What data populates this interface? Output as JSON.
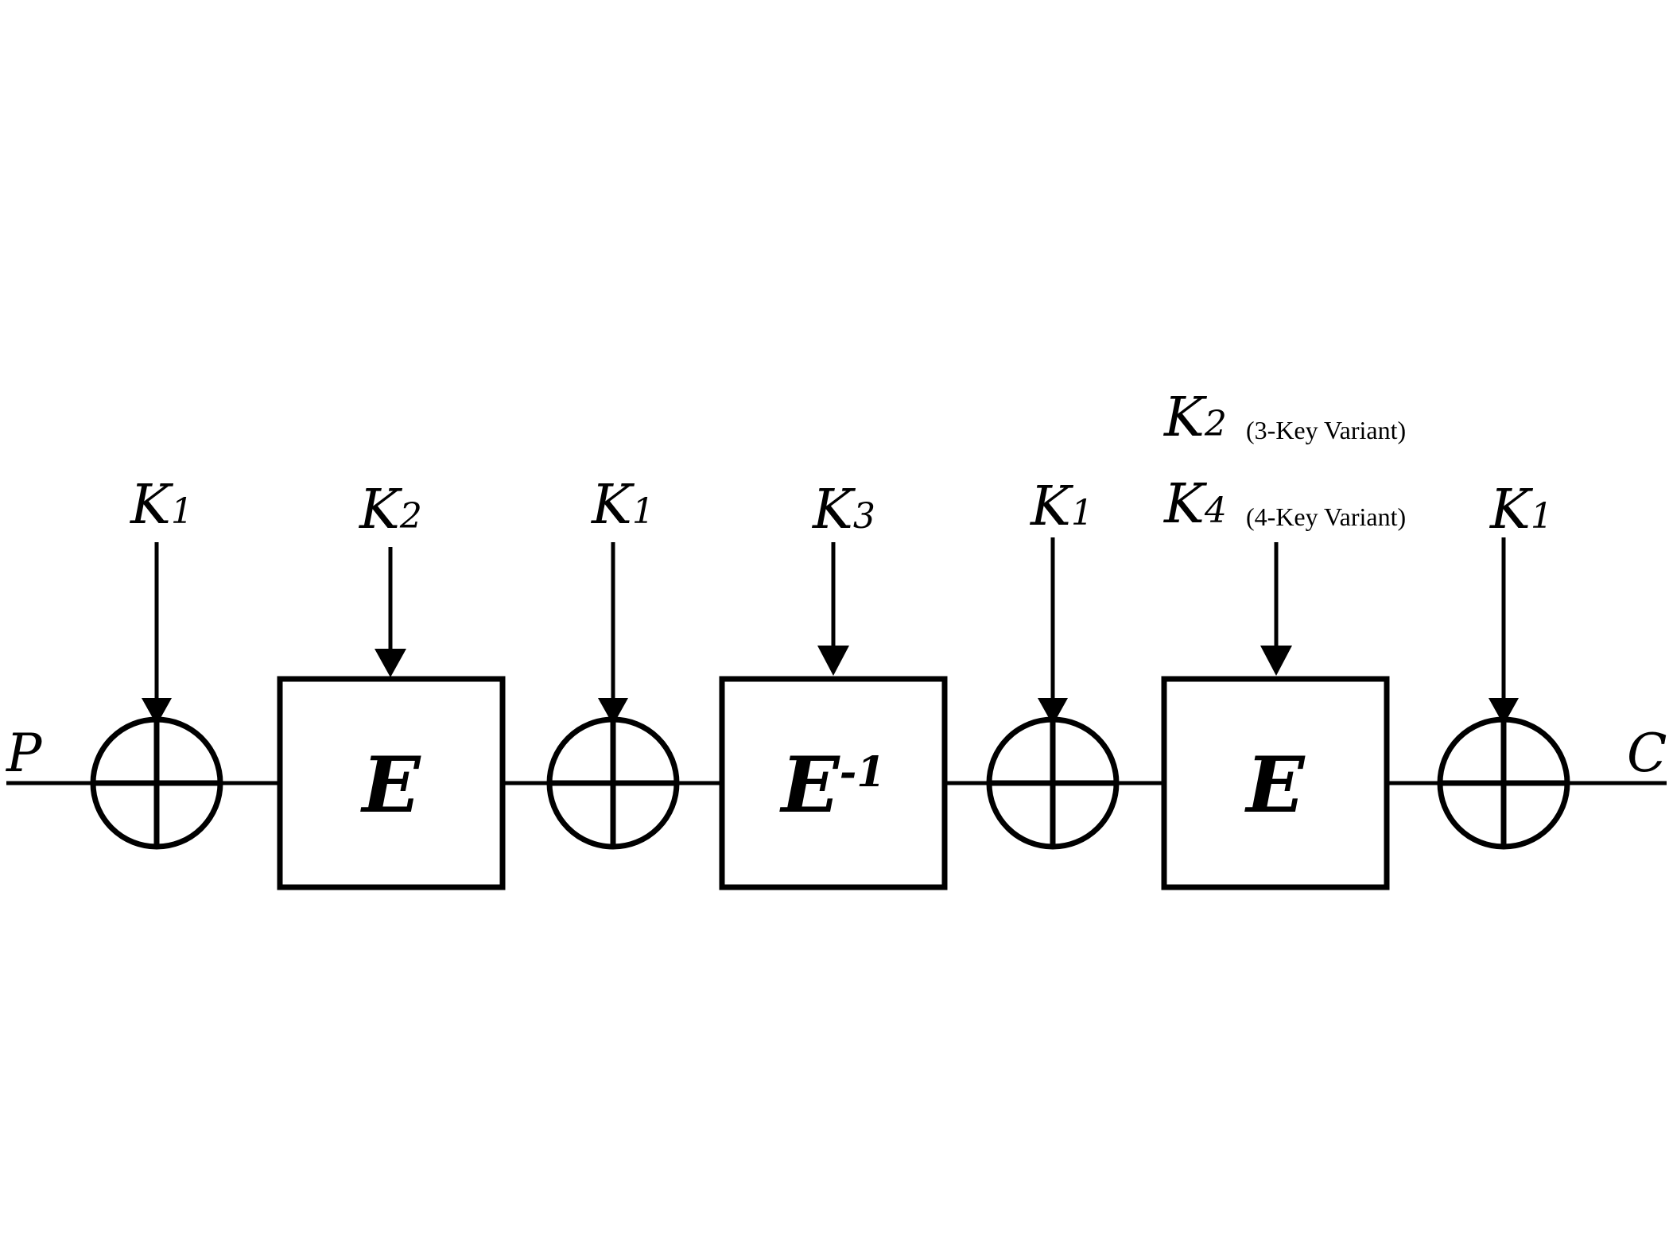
{
  "input_label": "P",
  "output_label": "C",
  "stages": [
    {
      "type": "xor",
      "key": "K",
      "sub": "1"
    },
    {
      "type": "cipher",
      "op": "E",
      "sup": "",
      "key": "K",
      "sub": "2"
    },
    {
      "type": "xor",
      "key": "K",
      "sub": "1"
    },
    {
      "type": "cipher",
      "op": "E",
      "sup": "-1",
      "key": "K",
      "sub": "3"
    },
    {
      "type": "xor",
      "key": "K",
      "sub": "1"
    },
    {
      "type": "cipher",
      "op": "E",
      "sup": "",
      "key": "K",
      "sub": "4",
      "variants": [
        {
          "key": "K",
          "sub": "2",
          "note": "(3-Key Variant)"
        },
        {
          "key": "K",
          "sub": "4",
          "note": "(4-Key Variant)"
        }
      ]
    },
    {
      "type": "xor",
      "key": "K",
      "sub": "1"
    }
  ]
}
